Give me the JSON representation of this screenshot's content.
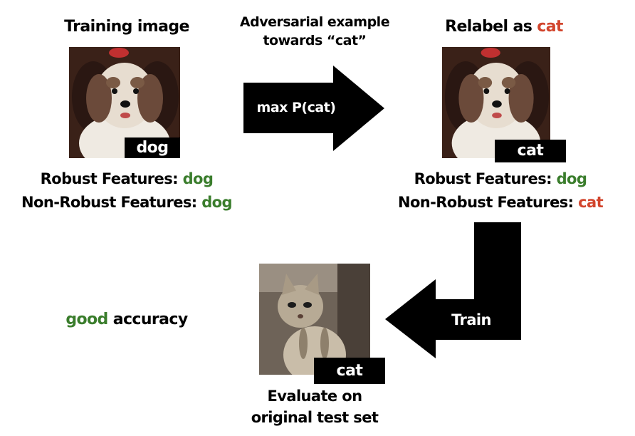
{
  "training": {
    "title": "Training image",
    "label": "dog",
    "robust_prefix": "Robust Features: ",
    "robust_value": "dog",
    "nonrobust_prefix": "Non-Robust Features: ",
    "nonrobust_value": "dog"
  },
  "adversarial": {
    "caption_line1": "Adversarial example",
    "caption_line2": "towards “cat”",
    "arrow_text": "max P(cat)"
  },
  "relabel": {
    "title_prefix": "Relabel as ",
    "title_value": "cat",
    "label": "cat",
    "robust_prefix": "Robust Features: ",
    "robust_value": "dog",
    "nonrobust_prefix": "Non-Robust Features: ",
    "nonrobust_value": "cat"
  },
  "train": {
    "arrow_text": "Train"
  },
  "evaluate": {
    "label": "cat",
    "caption_line1": "Evaluate on",
    "caption_line2": "original test set"
  },
  "result": {
    "prefix": "good",
    "suffix": " accuracy"
  },
  "colors": {
    "green": "#3a7d2c",
    "red": "#d2452d",
    "arrow": "#000000"
  },
  "images": {
    "dog_photo": "dog-photo",
    "cat_photo": "cat-photo"
  }
}
